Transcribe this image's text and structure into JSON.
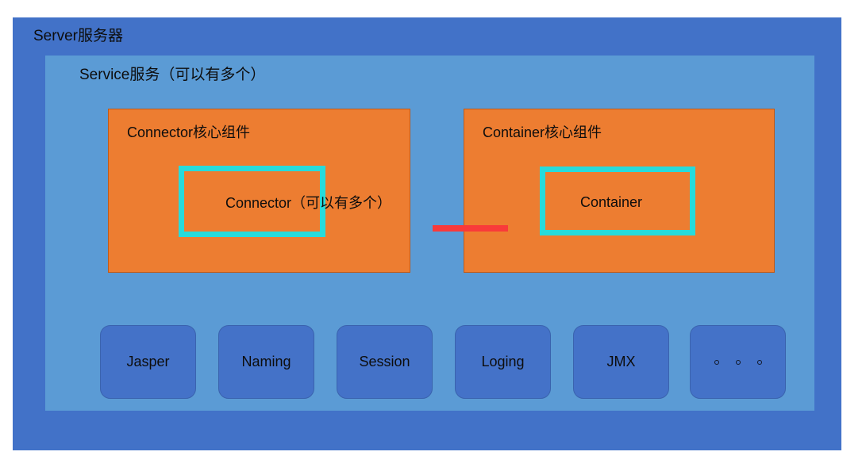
{
  "diagram": {
    "title": "Tomcat Server Architecture",
    "colors": {
      "server_bg": "#4272C8",
      "service_bg": "#5B9BD5",
      "core_panel_bg": "#ED7D31",
      "inner_border": "#27DBDB",
      "link": "#F93A3A",
      "module_bg": "#4472C8",
      "text": "#0d0d0d"
    },
    "server": {
      "label": "Server服务器"
    },
    "service": {
      "label": "Service服务（可以有多个）"
    },
    "core_panels": [
      {
        "id": "connector",
        "label": "Connector核心组件",
        "inner_label": "Connector（可以有多个）"
      },
      {
        "id": "container",
        "label": "Container核心组件",
        "inner_label": "Container"
      }
    ],
    "link": {
      "name": "connector-container-link",
      "from": "connector",
      "to": "container"
    },
    "modules": [
      {
        "label": "Jasper",
        "type": "text"
      },
      {
        "label": "Naming",
        "type": "text"
      },
      {
        "label": "Session",
        "type": "text"
      },
      {
        "label": "Loging",
        "type": "text"
      },
      {
        "label": "JMX",
        "type": "text"
      },
      {
        "label": "• • •",
        "type": "dots"
      }
    ]
  }
}
